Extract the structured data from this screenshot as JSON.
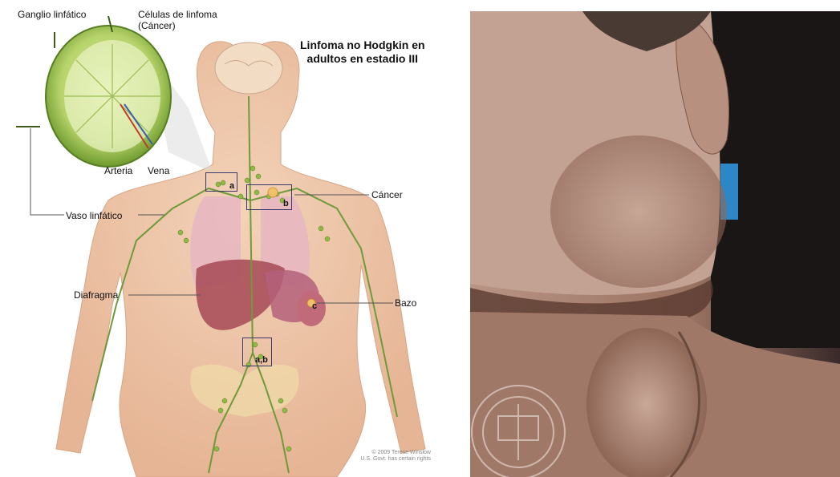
{
  "title_line1": "Linfoma no Hodgkin en",
  "title_line2": "adultos en estadio III",
  "labels": {
    "ganglio": "Ganglio linfático",
    "celulas_line1": "Células de linfoma",
    "celulas_line2": "(Cáncer)",
    "arteria": "Arteria",
    "vena": "Vena",
    "vaso": "Vaso linfático",
    "cancer": "Cáncer",
    "diafragma": "Diafragma",
    "bazo": "Bazo"
  },
  "region_markers": {
    "a": "a",
    "b": "b",
    "c": "c",
    "ab": "a,b"
  },
  "copyright_line1": "© 2009 Terese Winslow",
  "copyright_line2": "U.S. Govt. has certain rights"
}
